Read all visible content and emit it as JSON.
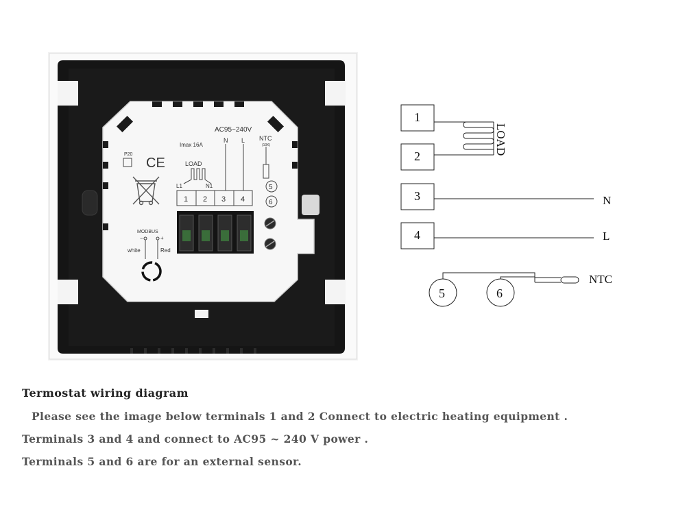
{
  "photo": {
    "rating": "AC95~240V",
    "current": "Imax 16A",
    "ip_rating": "P20",
    "ce_mark": "CE",
    "load": "LOAD",
    "l1": "L1",
    "n1": "N1",
    "n": "N",
    "l": "L",
    "ntc": "NTC",
    "ntc_sub": "(10K)",
    "terminals": [
      "1",
      "2",
      "3",
      "4"
    ],
    "sensor_terminals": [
      "5",
      "6"
    ],
    "modbus": "MODBUS",
    "modbus_minus": "−",
    "modbus_plus": "+",
    "white": "white",
    "red": "Red"
  },
  "wiring": {
    "terminals": [
      "1",
      "2",
      "3",
      "4"
    ],
    "load": "LOAD",
    "n": "N",
    "l": "L",
    "sensor_terminals": [
      "5",
      "6"
    ],
    "ntc": "NTC"
  },
  "caption": {
    "title": "Termostat wiring diagram",
    "line1": "Please see the image below terminals 1 and 2 Connect to electric heating equipment .",
    "line2": "Terminals 3 and 4 and connect to AC95 ~ 240 V power .",
    "line3": "Terminals 5 and 6 are for an external sensor."
  }
}
